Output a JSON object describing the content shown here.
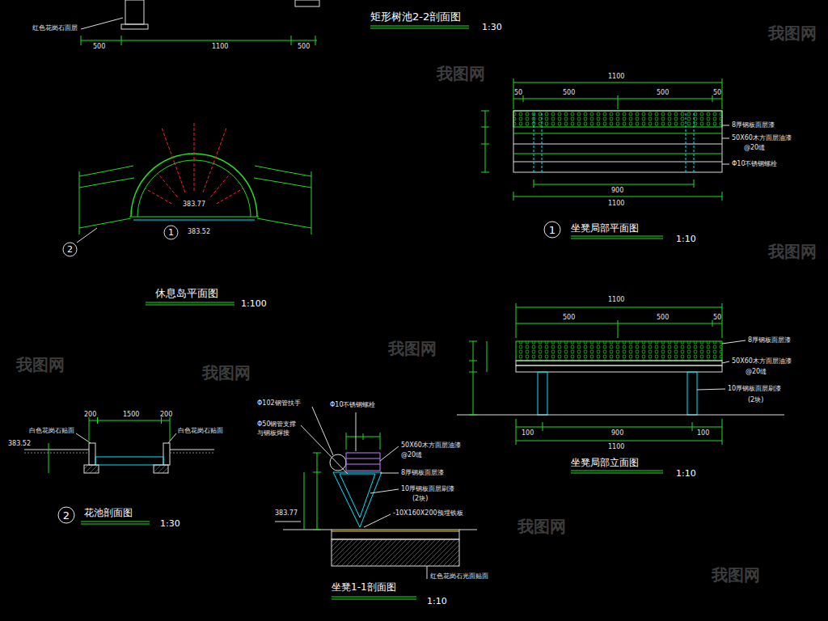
{
  "diagram": {
    "nodes": [
      {
        "text": [
          "2"
        ]
      },
      {
        "text": [
          "1"
        ]
      },
      {
        "text": [
          "1"
        ]
      },
      {
        "text": [
          "2"
        ]
      }
    ],
    "labels": [
      "矩形树池2-2剖面图",
      "1:30",
      "红色花岗石面层",
      "500",
      "1100",
      "500",
      "休息岛平面图",
      "1:100",
      "383.77",
      "383.52",
      "坐凳局部平面图",
      "1:10",
      "1100",
      "50",
      "500",
      "500",
      "50",
      "8厚钢板面层漆",
      "50X60木方面层油漆",
      "@20缝",
      "Φ10不锈钢螺栓",
      "900",
      "1100",
      "坐凳局部立面图",
      "1:10",
      "1100",
      "500",
      "500",
      "50",
      "8厚钢板面层漆",
      "50X60木方面层油漆",
      "@20缝",
      "10厚钢板面层刷漆",
      "(2块)",
      "100",
      "900",
      "100",
      "1100",
      "花池剖面图",
      "1:30",
      "200",
      "1500",
      "200",
      "白色花岗石贴面",
      "白色花岗石贴面",
      "383.52",
      "坐凳1-1剖面图",
      "1:10",
      "Φ102钢管扶手",
      "Φ50钢管支撑",
      "与钢板焊接",
      "Φ10不锈钢螺栓",
      "50X60木方面层油漆",
      "@20缝",
      "8厚钢板面层漆",
      "10厚钢板面层刷漆",
      "(2块)",
      "-10X160X200预埋铁板",
      "红色花岗石光面贴面",
      "383.77",
      "我图网",
      "我图网",
      "我图网",
      "我图网",
      "我图网",
      "我图网",
      "我图网",
      "我图网"
    ]
  }
}
